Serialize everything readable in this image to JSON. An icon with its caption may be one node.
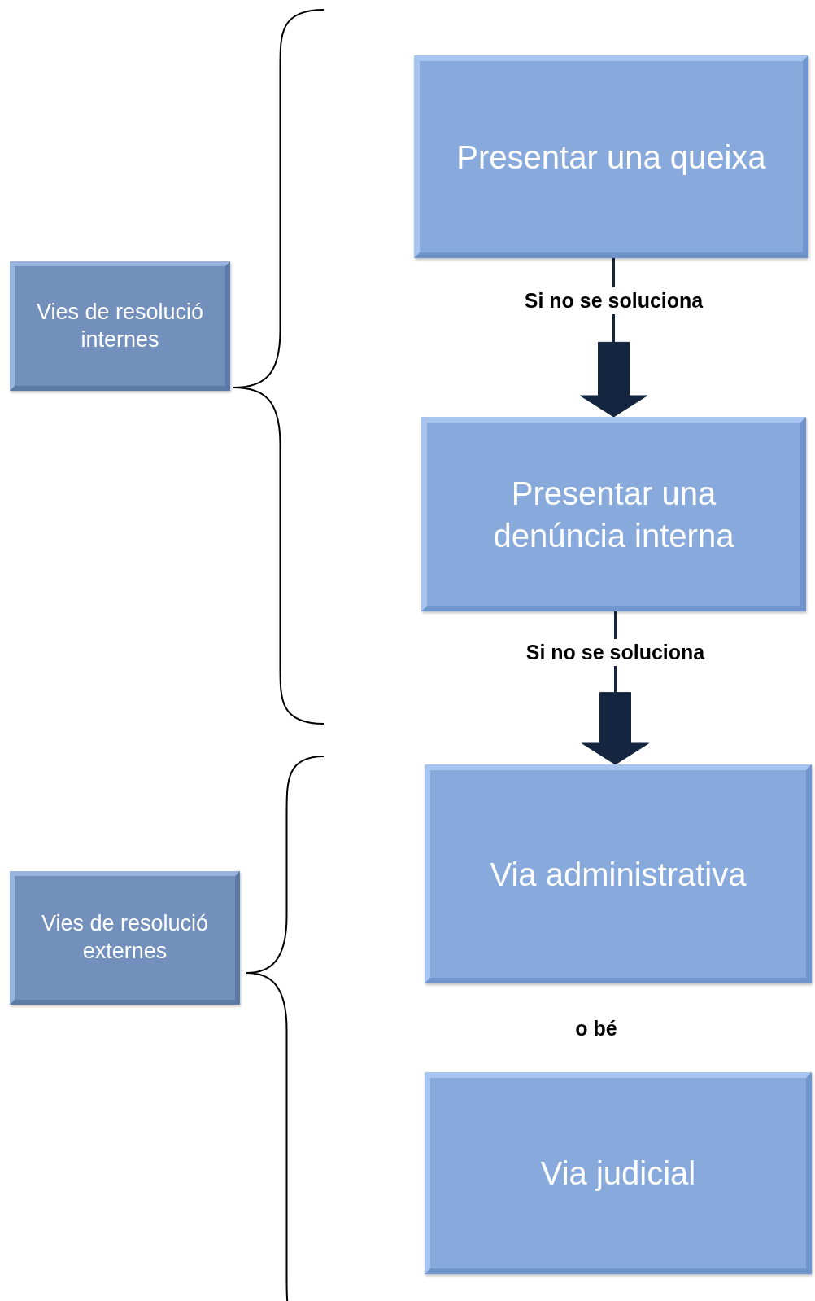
{
  "diagram": {
    "nodes": [
      {
        "text": [
          "Presentar una queixa"
        ]
      },
      {
        "text": [
          "Presentar una denúncia interna"
        ]
      },
      {
        "text": [
          "Via administrativa"
        ]
      },
      {
        "text": [
          "Via judicial"
        ]
      },
      {
        "text": [
          "Vies de resolució internes"
        ]
      },
      {
        "text": [
          "Vies de resolució externes"
        ]
      }
    ],
    "edges": [
      {
        "from": 0,
        "to": 1,
        "label": "Si no se soluciona",
        "arrow": "to",
        "style": "thick"
      },
      {
        "from": 1,
        "to": 2,
        "label": "Si no se soluciona",
        "arrow": "to",
        "style": "thick"
      }
    ],
    "labels": [
      "o bé"
    ]
  }
}
